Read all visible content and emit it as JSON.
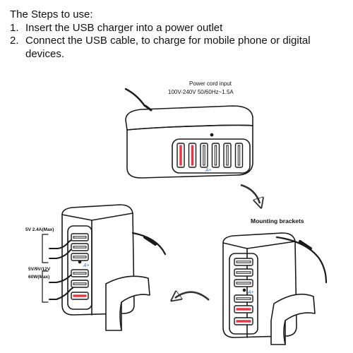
{
  "instructions": {
    "heading": "The Steps to use:",
    "steps": [
      {
        "number": "1.",
        "text": "Insert the USB charger into a power outlet"
      },
      {
        "number": "2.",
        "text": "Connect the USB cable, to charge for mobile phone or digital devices."
      }
    ]
  },
  "charger_front": {
    "label_line1": "Power cord input",
    "label_line2": "100V-240V  50/60Hz~1.5A",
    "port_count": 6,
    "highlight_ports": 2,
    "port_marking": "A+"
  },
  "charger_left": {
    "label_5v": "5V 2.4A(Max)",
    "label_qc_line1": "5V/9V/12V",
    "label_qc_line2": "60W(Max)",
    "port_marking": "A+"
  },
  "charger_right": {
    "label_brackets": "Mounting brackets",
    "port_marking": "A+"
  },
  "colors": {
    "line": "#1a1a1a",
    "highlight_port": "#e8343e",
    "port_marking": "#2d6fd6",
    "arrow_stroke": "#333333"
  }
}
